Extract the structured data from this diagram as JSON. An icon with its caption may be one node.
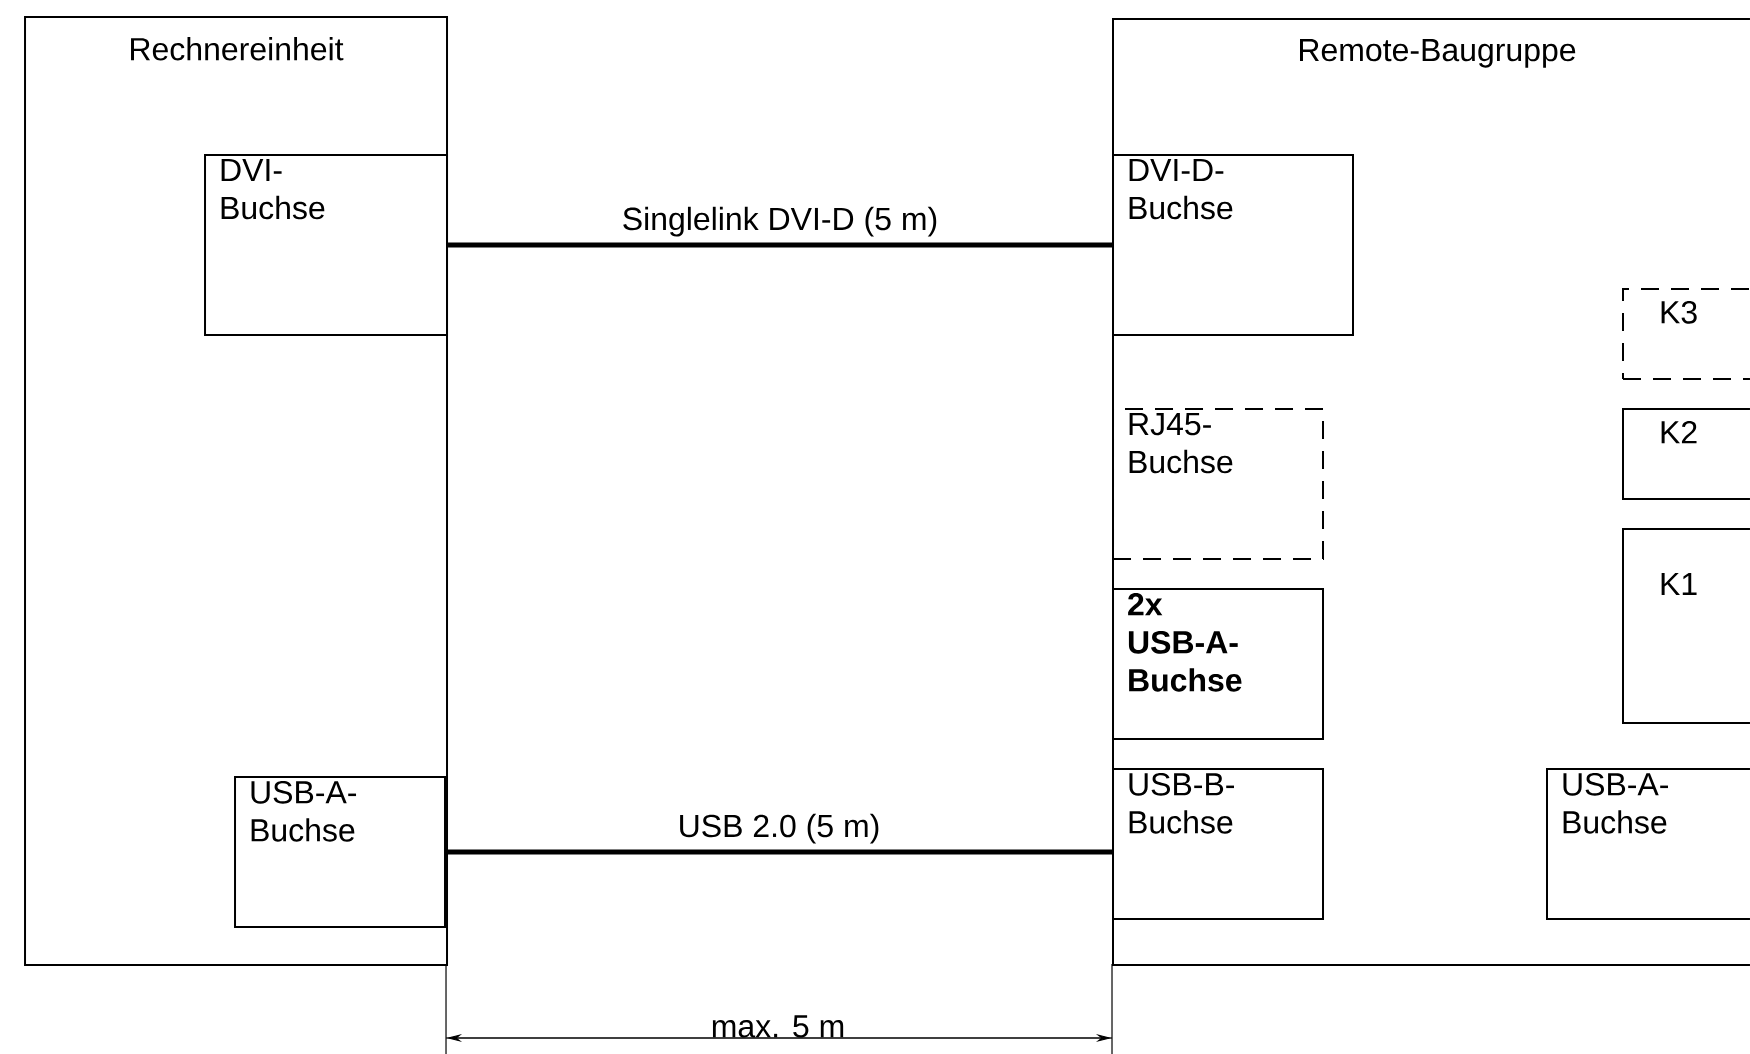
{
  "diagram": {
    "nodes": [
      {
        "text": [
          "Rechnereinheit"
        ]
      },
      {
        "text": [
          "DVI-Buchse"
        ],
        "in": 0
      },
      {
        "text": [
          "USB-A-Buchse"
        ],
        "in": 0
      },
      {
        "text": [
          "Remote-Baugruppe"
        ]
      },
      {
        "text": [
          "DVI-D-Buchse"
        ],
        "in": 3
      },
      {
        "text": [
          "RJ45-Buchse"
        ],
        "in": 3
      },
      {
        "text": [
          "2x USB-A-Buchse"
        ],
        "in": 3
      },
      {
        "text": [
          "USB-B-Buchse"
        ],
        "in": 3
      },
      {
        "text": [
          "K3"
        ],
        "in": 3
      },
      {
        "text": [
          "K2"
        ],
        "in": 3
      },
      {
        "text": [
          "K1"
        ],
        "in": 3
      },
      {
        "text": [
          "USB-A-Buchse"
        ],
        "in": 3
      }
    ],
    "edges": [
      {
        "from": 1,
        "to": 4,
        "arrow": "none",
        "label": "Singlelink DVI-D (5 m)"
      },
      {
        "from": 2,
        "to": 7,
        "arrow": "none",
        "label": "USB 2.0 (5 m)"
      }
    ],
    "labels": [
      "max. 5 m"
    ]
  }
}
